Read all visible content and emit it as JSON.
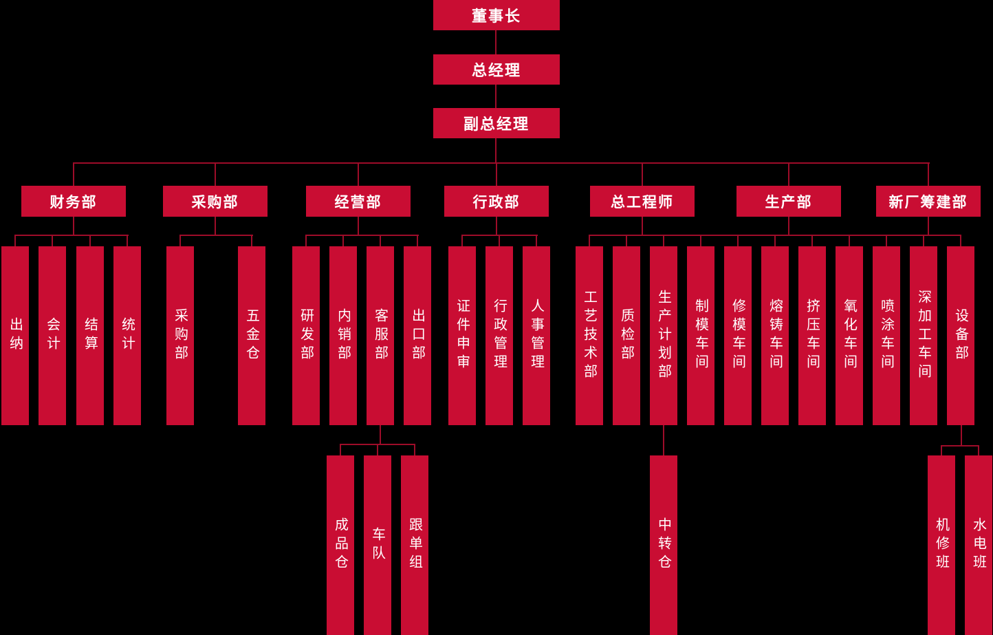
{
  "colors": {
    "background": "#000000",
    "box_fill": "#c90d33",
    "connector_line": "#9e0c29",
    "text": "#ffffff"
  },
  "top_chain": [
    {
      "label": "董事长"
    },
    {
      "label": "总经理"
    },
    {
      "label": "副总经理"
    }
  ],
  "departments": [
    {
      "label": "财务部",
      "children": [
        "出纳",
        "会计",
        "结算",
        "统计"
      ]
    },
    {
      "label": "采购部",
      "children": [
        "采购部",
        "五金仓"
      ]
    },
    {
      "label": "经营部",
      "children": [
        "研发部",
        "内销部",
        "客服部",
        "出口部"
      ]
    },
    {
      "label": "行政部",
      "children": [
        "证件申审",
        "行政管理",
        "人事管理"
      ]
    },
    {
      "label": "总工程师",
      "children": [
        "工艺技术部",
        "质检部",
        "生产计划部"
      ]
    },
    {
      "label": "生产部",
      "children": [
        "制模车间",
        "修模车间",
        "熔铸车间",
        "挤压车间",
        "氧化车间",
        "喷涂车间"
      ]
    },
    {
      "label": "新厂筹建部",
      "children": [
        "深加工车间",
        "设备部"
      ]
    }
  ],
  "sub_teams": {
    "customer_service": {
      "parent": "客服部",
      "children": [
        "成品仓",
        "车队",
        "跟单组"
      ]
    },
    "production_planning": {
      "parent": "生产计划部",
      "children": [
        "中转仓"
      ]
    },
    "equipment": {
      "parent": "设备部",
      "children": [
        "机修班",
        "水电班"
      ]
    }
  }
}
